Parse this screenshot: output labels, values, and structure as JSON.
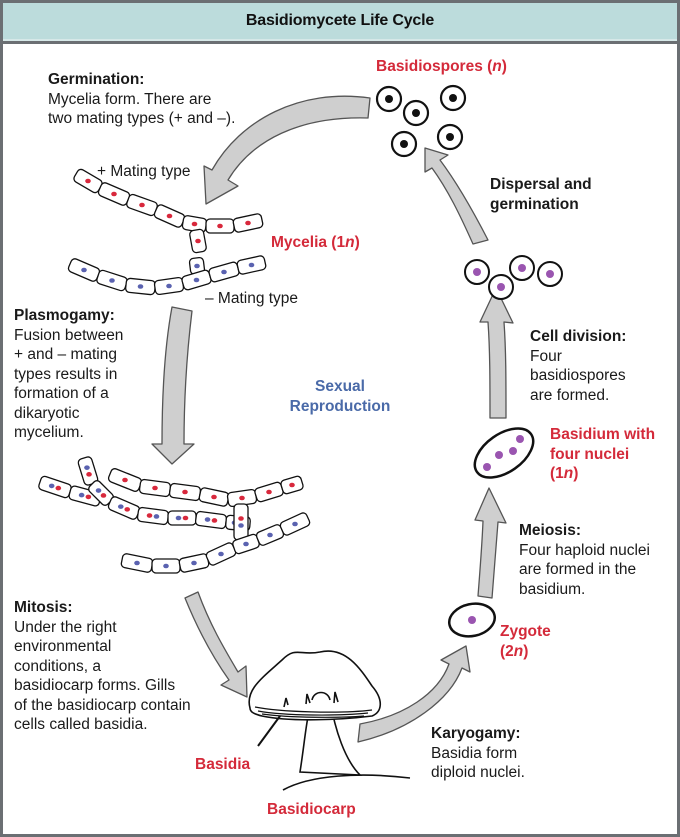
{
  "title": "Basidiomycete Life Cycle",
  "center_label": {
    "line1": "Sexual",
    "line2": "Reproduction"
  },
  "colors": {
    "title_bar": "#bcdcdc",
    "frame": "#6b6f73",
    "label_red": "#d42a3a",
    "label_blue": "#4a6aa8",
    "nucleus_plus": "#d8283c",
    "nucleus_minus": "#5a62b0",
    "nucleus_diploid": "#9a55b0",
    "arrow_fill": "#cfcfcf"
  },
  "stages": {
    "germination": {
      "heading": "Germination:",
      "lines": [
        "Mycelia form. There are",
        "two mating types (+ and –)."
      ]
    },
    "plasmogamy": {
      "heading": "Plasmogamy:",
      "lines": [
        "Fusion between",
        "+ and – mating",
        "types results in",
        "formation of a",
        "dikaryotic",
        "mycelium."
      ]
    },
    "mitosis": {
      "heading": "Mitosis:",
      "lines": [
        "Under the right",
        "environmental",
        "conditions, a",
        "basidiocarp forms. Gills",
        "of the basidiocarp contain",
        "cells called basidia."
      ]
    },
    "karyogamy": {
      "heading": "Karyogamy:",
      "lines": [
        "Basidia form",
        "diploid nuclei."
      ]
    },
    "meiosis": {
      "heading": "Meiosis:",
      "lines": [
        "Four haploid nuclei",
        "are formed in the",
        "basidium."
      ]
    },
    "cell_division": {
      "heading": "Cell division:",
      "lines": [
        "Four",
        "basidiospores",
        "are formed."
      ]
    },
    "dispersal": {
      "lines": [
        "Dispersal and",
        "germination"
      ]
    }
  },
  "labels": {
    "plus_mating": "+ Mating type",
    "minus_mating": "– Mating type",
    "mycelia": {
      "text": "Mycelia (1",
      "italic": "n",
      "close": ")"
    },
    "basidiospores": {
      "text": "Basidiospores (",
      "italic": "n",
      "close": ")"
    },
    "basidium": {
      "line1": "Basidium with",
      "line2": "four nuclei",
      "line3_pre": "(1",
      "line3_italic": "n",
      "line3_close": ")"
    },
    "zygote": {
      "line1": "Zygote",
      "line2_pre": "(2",
      "line2_italic": "n",
      "line2_close": ")"
    },
    "basidia": "Basidia",
    "basidiocarp": "Basidiocarp"
  }
}
